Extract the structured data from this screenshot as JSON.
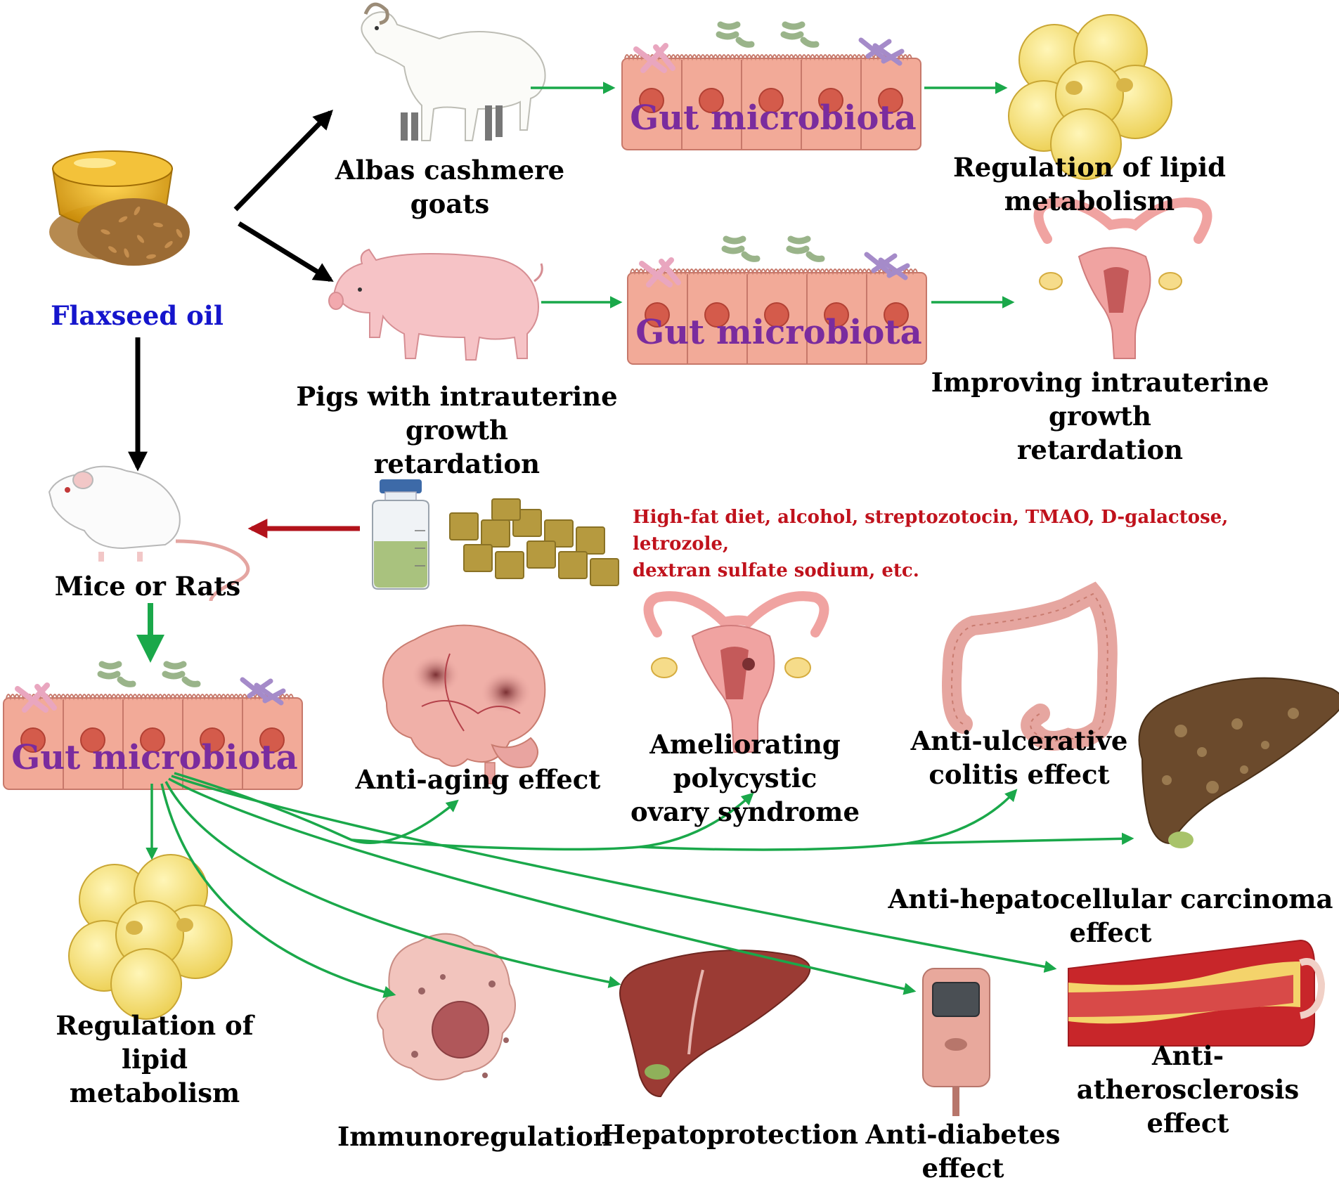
{
  "colors": {
    "green_arrow": "#1aa84a",
    "black_arrow": "#000000",
    "red_arrow": "#b2121b",
    "gut_label": "#7a2c9e",
    "title_blue": "#1515cc",
    "inducer_red": "#c0121c"
  },
  "source": {
    "label": "Flaxseed oil",
    "icon": "flaxseed-oil-bowl-icon"
  },
  "goat_path": {
    "animal": "Albas cashmere goats",
    "animal_icon": "goat-icon",
    "gut_label": "Gut microbiota",
    "outcome": "Regulation of lipid metabolism",
    "outcome_icon": "fat-cells-icon"
  },
  "pig_path": {
    "animal": "Pigs with intrauterine growth\nretardation",
    "animal_icon": "pig-icon",
    "gut_label": "Gut microbiota",
    "outcome": "Improving intrauterine growth\nretardation",
    "outcome_icon": "uterus-icon"
  },
  "rodent_path": {
    "animal": "Mice or Rats",
    "animal_icon": "mouse-icon",
    "inducers": "High-fat diet, alcohol, streptozotocin, TMAO, D-galactose, letrozole,\ndextran sulfate sodium, etc.",
    "inducer_icons": [
      "bottle-icon",
      "feed-pellets-icon"
    ],
    "gut_label": "Gut microbiota"
  },
  "effects": {
    "lipid": "Regulation of lipid\nmetabolism",
    "aging": "Anti-aging effect",
    "pcos": "Ameliorating polycystic\novary syndrome",
    "colitis": "Anti-ulcerative\ncolitis effect",
    "hcc": "Anti-hepatocellular carcinoma effect",
    "athero": "Anti-atherosclerosis\neffect",
    "immuno": "Immunoregulation",
    "hepato": "Hepatoprotection",
    "diabetes": "Anti-diabetes effect"
  }
}
